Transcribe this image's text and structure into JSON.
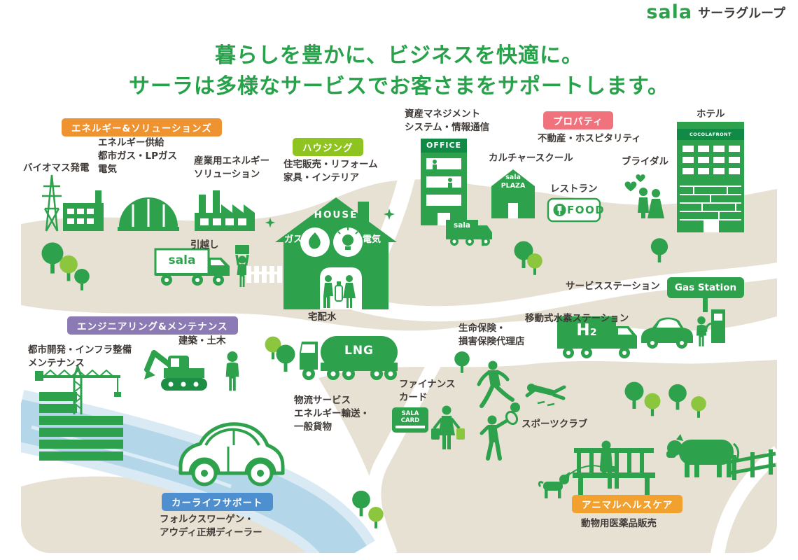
{
  "logo": {
    "mark": "sala",
    "text": "サーラグループ"
  },
  "title": {
    "line1": "暮らしを豊かに、ビジネスを快適に。",
    "line2": "サーラは多様なサービスでお客さまをサポートします。"
  },
  "colors": {
    "green": "#2ea14c",
    "dark_green": "#118a46",
    "light_green": "#8cc63f",
    "beige": "#e7e1d3",
    "river": "#b4d6e9"
  },
  "badges": {
    "energy": {
      "label": "エネルギー&ソリューションズ",
      "color": "#ef9331"
    },
    "housing": {
      "label": "ハウジング",
      "color": "#8fc320"
    },
    "property": {
      "label": "プロパティ",
      "color": "#f0727c"
    },
    "engineering": {
      "label": "エンジニアリング&メンテナンス",
      "color": "#8c7ab4"
    },
    "carlife": {
      "label": "カーライフサポート",
      "color": "#4e8fd0"
    },
    "animal": {
      "label": "アニマルヘルスケア",
      "color": "#f2a12f"
    }
  },
  "labels": {
    "energy_supply": "エネルギー供給\n都市ガス・LPガス\n電気",
    "biomass": "バイオマス発電",
    "industrial_energy": "産業用エネルギー\nソリューション",
    "housing_services": "住宅販売・リフォーム\n家具・インテリア",
    "asset_management": "資産マネジメント\nシステム・情報通信",
    "culture_school": "カルチャースクール",
    "real_estate": "不動産・ホスピタリティ",
    "hotel": "ホテル",
    "bridal": "ブライダル",
    "restaurant": "レストラン",
    "moving": "引越し",
    "water_delivery": "宅配水",
    "service_station": "サービスステーション",
    "hydrogen_station": "移動式水素ステーション",
    "insurance": "生命保険・\n損害保険代理店",
    "urban_development": "都市開発・インフラ整備\nメンテナンス",
    "construction": "建築・土木",
    "logistics": "物流サービス\nエネルギー輸送・\n一般貨物",
    "finance_card": "ファイナンス\nカード",
    "sports_club": "スポーツクラブ",
    "dealer": "フォルクスワーゲン・\nアウディ正規ディーラー",
    "animal_pharma": "動物用医薬品販売"
  },
  "signs": {
    "house": "HOUSE",
    "gas": "ガス",
    "electricity": "電気",
    "office": "OFFICE",
    "sala_plaza": "sala\nPLAZA",
    "food": "FOOD",
    "cocolafront": "COCOLAFRONT",
    "gas_station": "Gas Station",
    "lng": "LNG",
    "h2": "H₂",
    "sala_card": "SALA\nCARD",
    "sala_truck": "sala",
    "sala_truck_small": "sala"
  }
}
